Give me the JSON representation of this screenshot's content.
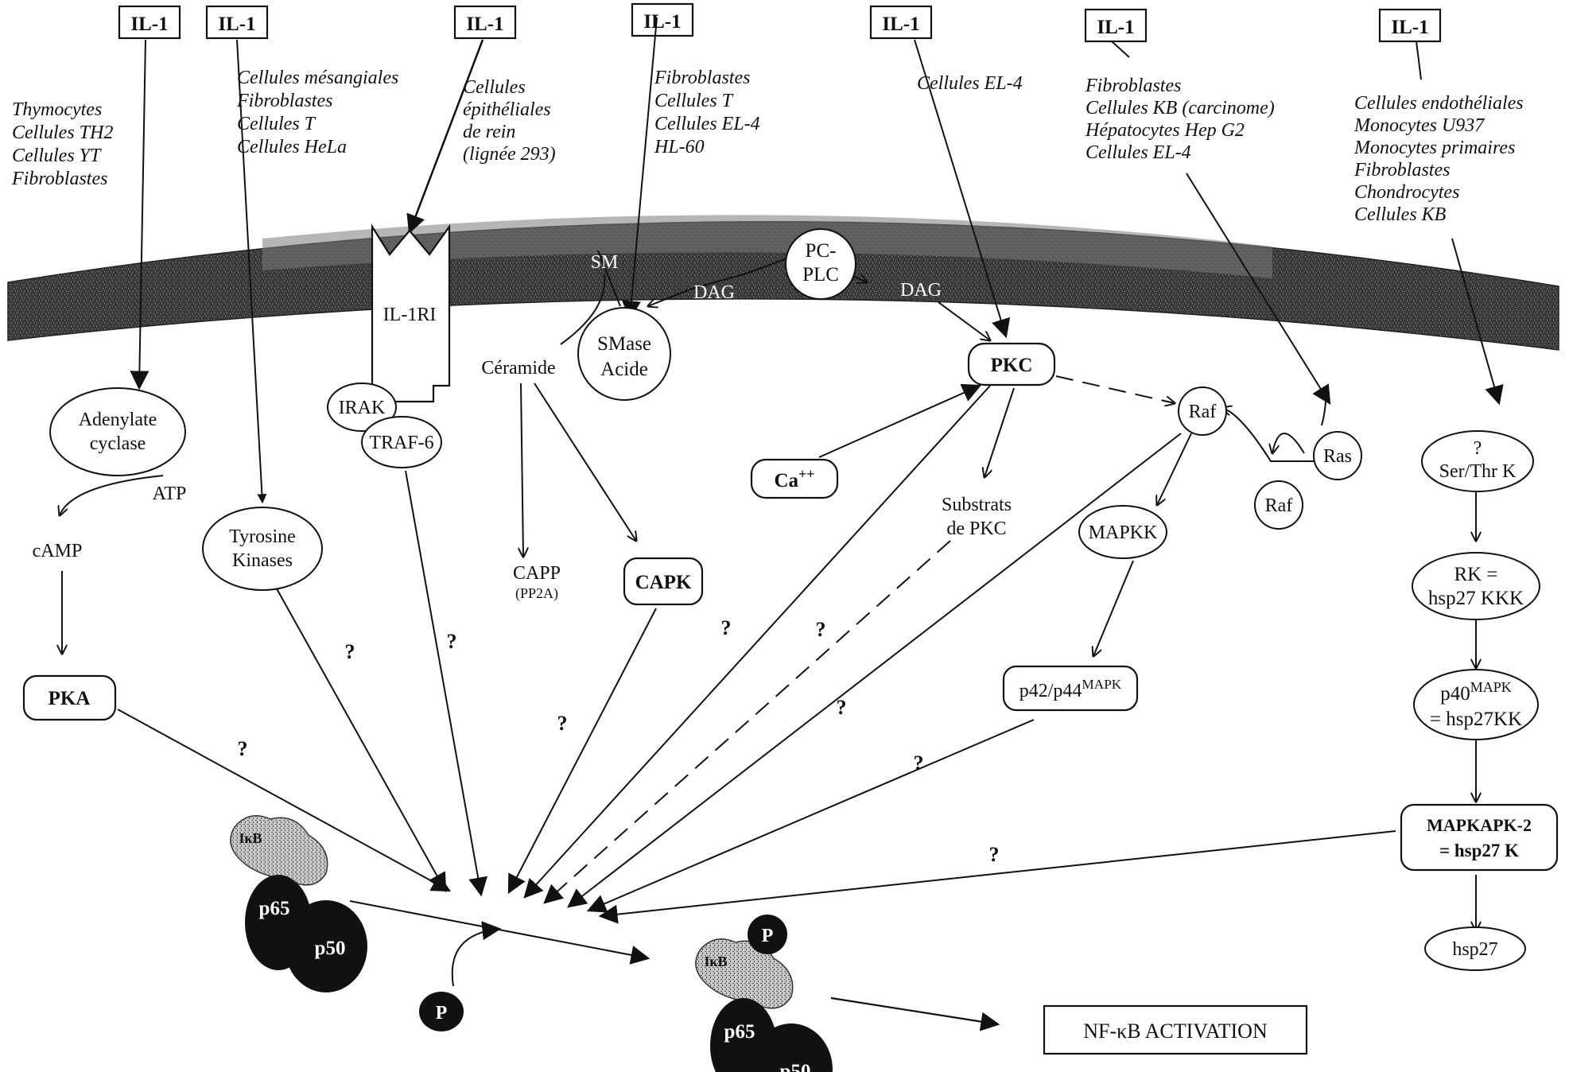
{
  "colors": {
    "ink": "#111111",
    "membrane_dark": "#2b2b2b",
    "membrane_light": "#6a6a6a",
    "paper": "#ffffff"
  },
  "il1_label": "IL-1",
  "cell_lists": {
    "col1": [
      "Thymocytes",
      "Cellules TH2",
      "Cellules YT",
      "Fibroblastes"
    ],
    "col2": [
      "Cellules mésangiales",
      "Fibroblastes",
      "Cellules T",
      "Cellules HeLa"
    ],
    "col3": [
      "Cellules",
      "épithéliales",
      "de rein",
      "(lignée 293)"
    ],
    "col4": [
      "Fibroblastes",
      "Cellules T",
      "Cellules EL-4",
      "HL-60"
    ],
    "col5": [
      "Cellules EL-4"
    ],
    "col6": [
      "Fibroblastes",
      "Cellules  KB (carcinome)",
      "Hépatocytes Hep G2",
      "Cellules EL-4"
    ],
    "col7": [
      "Cellules endothéliales",
      "Monocytes U937",
      "Monocytes primaires",
      "Fibroblastes",
      "Chondrocytes",
      "Cellules  KB"
    ]
  },
  "membrane": {
    "receptor": "IL-1RI",
    "sm": "SM",
    "dag": "DAG",
    "pcplc": [
      "PC-",
      "PLC"
    ],
    "smase": [
      "SMase",
      "Acide"
    ],
    "ceramide": "Céramide",
    "pkc": "PKC"
  },
  "nodes": {
    "adenylate": [
      "Adenylate",
      "cyclase"
    ],
    "atp": "ATP",
    "camp": "cAMP",
    "pka": "PKA",
    "tyrosine": [
      "Tyrosine",
      "Kinases"
    ],
    "irak": "IRAK",
    "traf6": "TRAF-6",
    "capp": [
      "CAPP",
      "(PP2A)"
    ],
    "capk": "CAPK",
    "ca": "Ca",
    "ca_sup": "++",
    "substrats": [
      "Substrats",
      "de PKC"
    ],
    "raf": "Raf",
    "ras": "Ras",
    "mapkk": "MAPKK",
    "p42": "p42/p44",
    "p42_sup": "MAPK",
    "serthr": [
      "?",
      "Ser/Thr K"
    ],
    "rk": [
      "RK =",
      "hsp27 KKK"
    ],
    "p40_a": "p40",
    "p40_sup": "MAPK",
    "p40_b": "= hsp27KK",
    "mapkapk": [
      "MAPKAPK-2",
      "= hsp27 K"
    ],
    "hsp27": "hsp27"
  },
  "complex": {
    "ikb": "IκB",
    "p65": "p65",
    "p50": "p50",
    "p": "P"
  },
  "question": "?",
  "activation": "NF-κB ACTIVATION"
}
